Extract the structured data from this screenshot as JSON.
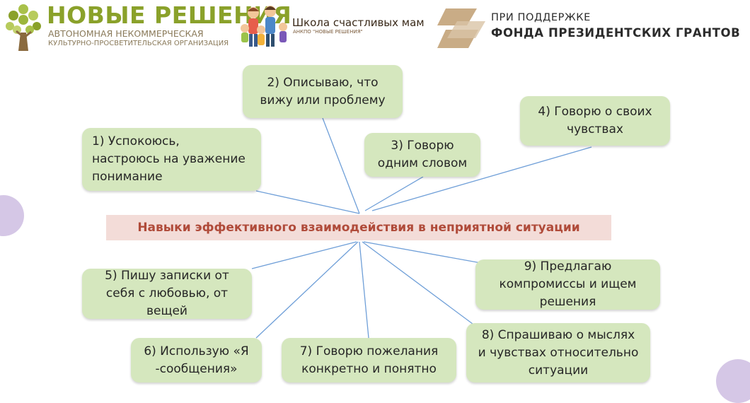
{
  "header": {
    "org_name": "НОВЫЕ РЕШЕНИЯ",
    "org_line1": "АВТОНОМНАЯ НЕКОММЕРЧЕСКАЯ",
    "org_line2": "КУЛЬТУРНО-ПРОСВЕТИТЕЛЬСКАЯ ОРГАНИЗАЦИЯ",
    "school_name": "Школа счастливых мам",
    "school_sub": "АНКПО \"НОВЫЕ РЕШЕНИЯ\"",
    "support_line": "ПРИ ПОДДЕРЖКЕ",
    "fund_name": "ФОНДА ПРЕЗИДЕНТСКИХ ГРАНТОВ"
  },
  "diagram": {
    "center": "Навыки эффективного  взаимодействия  в неприятной  ситуации",
    "nodes": [
      {
        "id": "n1",
        "text": "1)  Успокоюсь,\nнастроюсь на уважение\nпонимание"
      },
      {
        "id": "n2",
        "text": "2) Описываю, что\nвижу или проблему"
      },
      {
        "id": "n3",
        "text": "3) Говорю\nодним словом"
      },
      {
        "id": "n4",
        "text": "4) Говорю о своих\nчувствах"
      },
      {
        "id": "n5",
        "text": "5) Пишу записки от\nсебя с любовью, от\nвещей"
      },
      {
        "id": "n6",
        "text": "6) Использую «Я\n-сообщения»"
      },
      {
        "id": "n7",
        "text": "7) Говорю пожелания\nконкретно и понятно"
      },
      {
        "id": "n8",
        "text": "8) Спрашиваю о мыслях\nи чувствах  относительно\nситуации"
      },
      {
        "id": "n9",
        "text": "9) Предлагаю\nкомпромиссы и ищем\nрешения"
      }
    ]
  },
  "colors": {
    "node_fill": "#d5e7be",
    "center_fill": "#f3dcd8",
    "center_text": "#b04b3a",
    "connector": "#6f9fd8",
    "circle_purple": "#d5c7e6",
    "brand_green": "#8aa12a",
    "brand_tan": "#c9ac86"
  }
}
